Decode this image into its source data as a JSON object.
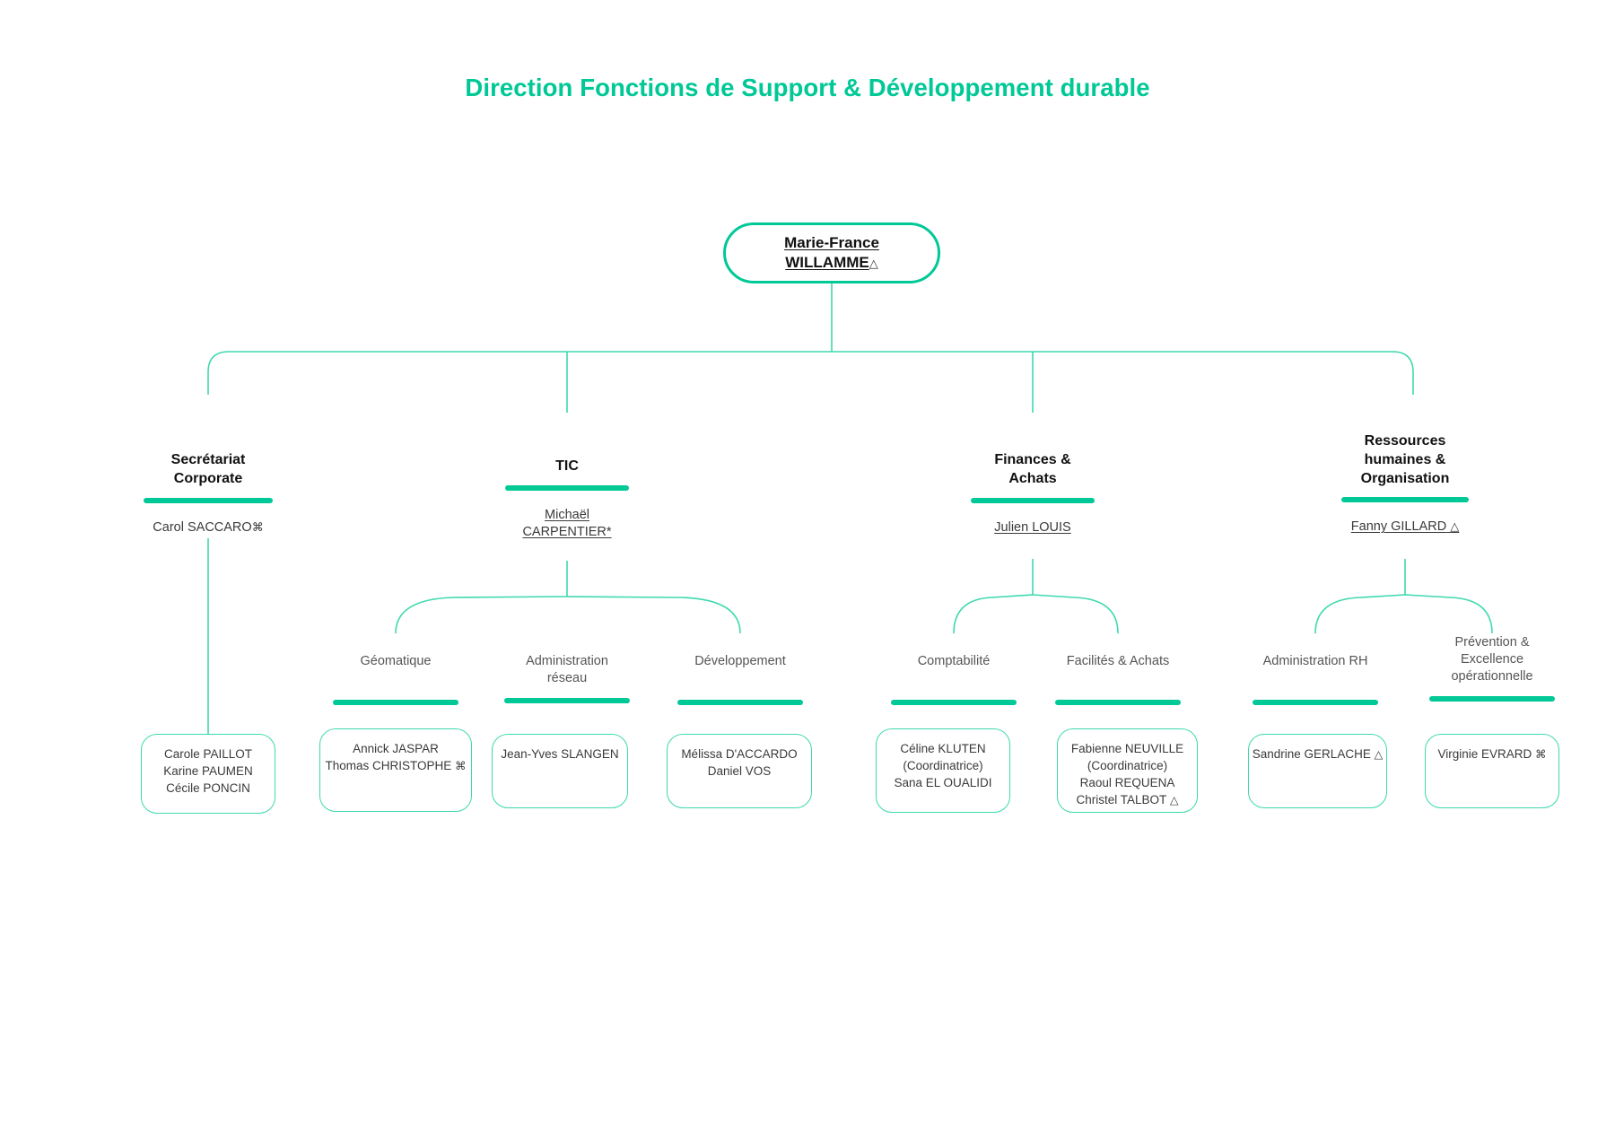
{
  "title": "Direction Fonctions de Support & Développement durable",
  "colors": {
    "accent": "#00C896",
    "box_border": "#3ED9AE",
    "connector": "#3ED9AE",
    "text": "#3a3a3a",
    "heading": "#111111"
  },
  "markers": {
    "triangle": "△",
    "command": "⌘",
    "asterisk": "*"
  },
  "root": {
    "line1": "Marie-France ",
    "line2": "WILLAMME",
    "marker": "△"
  },
  "departments": [
    {
      "id": "secretariat-corporate",
      "title": "Secrétariat\nCorporate",
      "lead": "Carol SACCARO",
      "lead_marker": "⌘",
      "lead_underlined": false,
      "units": [],
      "direct_members": {
        "id": "secretariat-corporate-members",
        "text": "Carole PAILLOT\nKarine PAUMEN\nCécile PONCIN"
      }
    },
    {
      "id": "tic",
      "title": "TIC",
      "lead": "Michaël\nCARPENTIER*",
      "lead_marker": "",
      "lead_underlined": true,
      "units": [
        {
          "id": "geomatique",
          "title": "Géomatique",
          "members": "Annick JASPAR\nThomas CHRISTOPHE",
          "members_marker": "⌘"
        },
        {
          "id": "administration-reseau",
          "title": "Administration\nréseau",
          "members": "Jean-Yves SLANGEN",
          "members_marker": ""
        },
        {
          "id": "developpement",
          "title": "Développement",
          "members": "Mélissa D'ACCARDO\nDaniel VOS",
          "members_marker": ""
        }
      ]
    },
    {
      "id": "finances-achats",
      "title": "Finances &\nAchats",
      "lead": "Julien LOUIS",
      "lead_marker": "",
      "lead_underlined": true,
      "units": [
        {
          "id": "comptabilite",
          "title": "Comptabilité",
          "members": "Céline KLUTEN\n(Coordinatrice)\nSana EL OUALIDI",
          "members_marker": ""
        },
        {
          "id": "facilites-achats",
          "title": "Facilités & Achats",
          "members": "Fabienne NEUVILLE\n(Coordinatrice)\nRaoul REQUENA\nChristel TALBOT",
          "members_marker": "△"
        }
      ]
    },
    {
      "id": "ressources-humaines-organisation",
      "title": "Ressources\nhumaines &\nOrganisation",
      "lead": "Fanny GILLARD",
      "lead_marker": "△",
      "lead_underlined": true,
      "units": [
        {
          "id": "administration-rh",
          "title": "Administration RH",
          "members": "Sandrine GERLACHE",
          "members_marker": "△"
        },
        {
          "id": "prevention-excellence-operationnelle",
          "title": "Prévention &\nExcellence\nopérationnelle",
          "members": "Virginie EVRARD",
          "members_marker": "⌘"
        }
      ]
    }
  ]
}
